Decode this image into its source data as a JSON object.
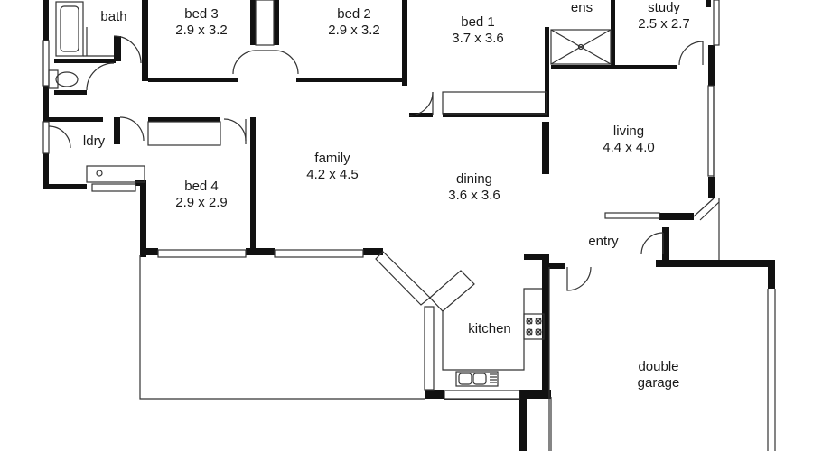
{
  "rooms": {
    "bath": {
      "name": "bath"
    },
    "bed3": {
      "name": "bed 3",
      "dims": "2.9 x 3.2"
    },
    "bed2": {
      "name": "bed 2",
      "dims": "2.9 x 3.2"
    },
    "bed1": {
      "name": "bed 1",
      "dims": "3.7 x 3.6"
    },
    "ens": {
      "name": "ens"
    },
    "study": {
      "name": "study",
      "dims": "2.5 x 2.7"
    },
    "ldry": {
      "name": "ldry"
    },
    "bed4": {
      "name": "bed 4",
      "dims": "2.9 x 2.9"
    },
    "family": {
      "name": "family",
      "dims": "4.2 x 4.5"
    },
    "dining": {
      "name": "dining",
      "dims": "3.6 x 3.6"
    },
    "living": {
      "name": "living",
      "dims": "4.4 x 4.0"
    },
    "entry": {
      "name": "entry"
    },
    "kitchen": {
      "name": "kitchen"
    },
    "garage": {
      "name": "double",
      "name2": "garage"
    }
  },
  "colors": {
    "wall": "#111111",
    "line": "#333333",
    "background": "#ffffff"
  }
}
